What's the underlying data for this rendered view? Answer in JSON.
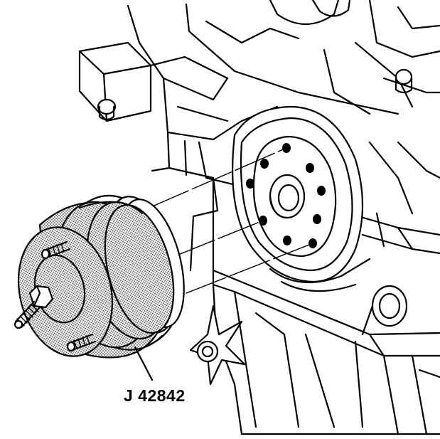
{
  "figure": {
    "callout_label": "J 42842"
  },
  "parts": {
    "engine_block": "engine-block-line-art",
    "rear_main_seal_opening": "crankshaft-flange-with-bolt-holes",
    "installer_tool": "seal-installer-tool-stippled",
    "alignment_lines": "dashed-alignment-lines"
  },
  "colors": {
    "line": "#000000",
    "background": "#ffffff",
    "tool_shading": "#8a8a8a"
  }
}
